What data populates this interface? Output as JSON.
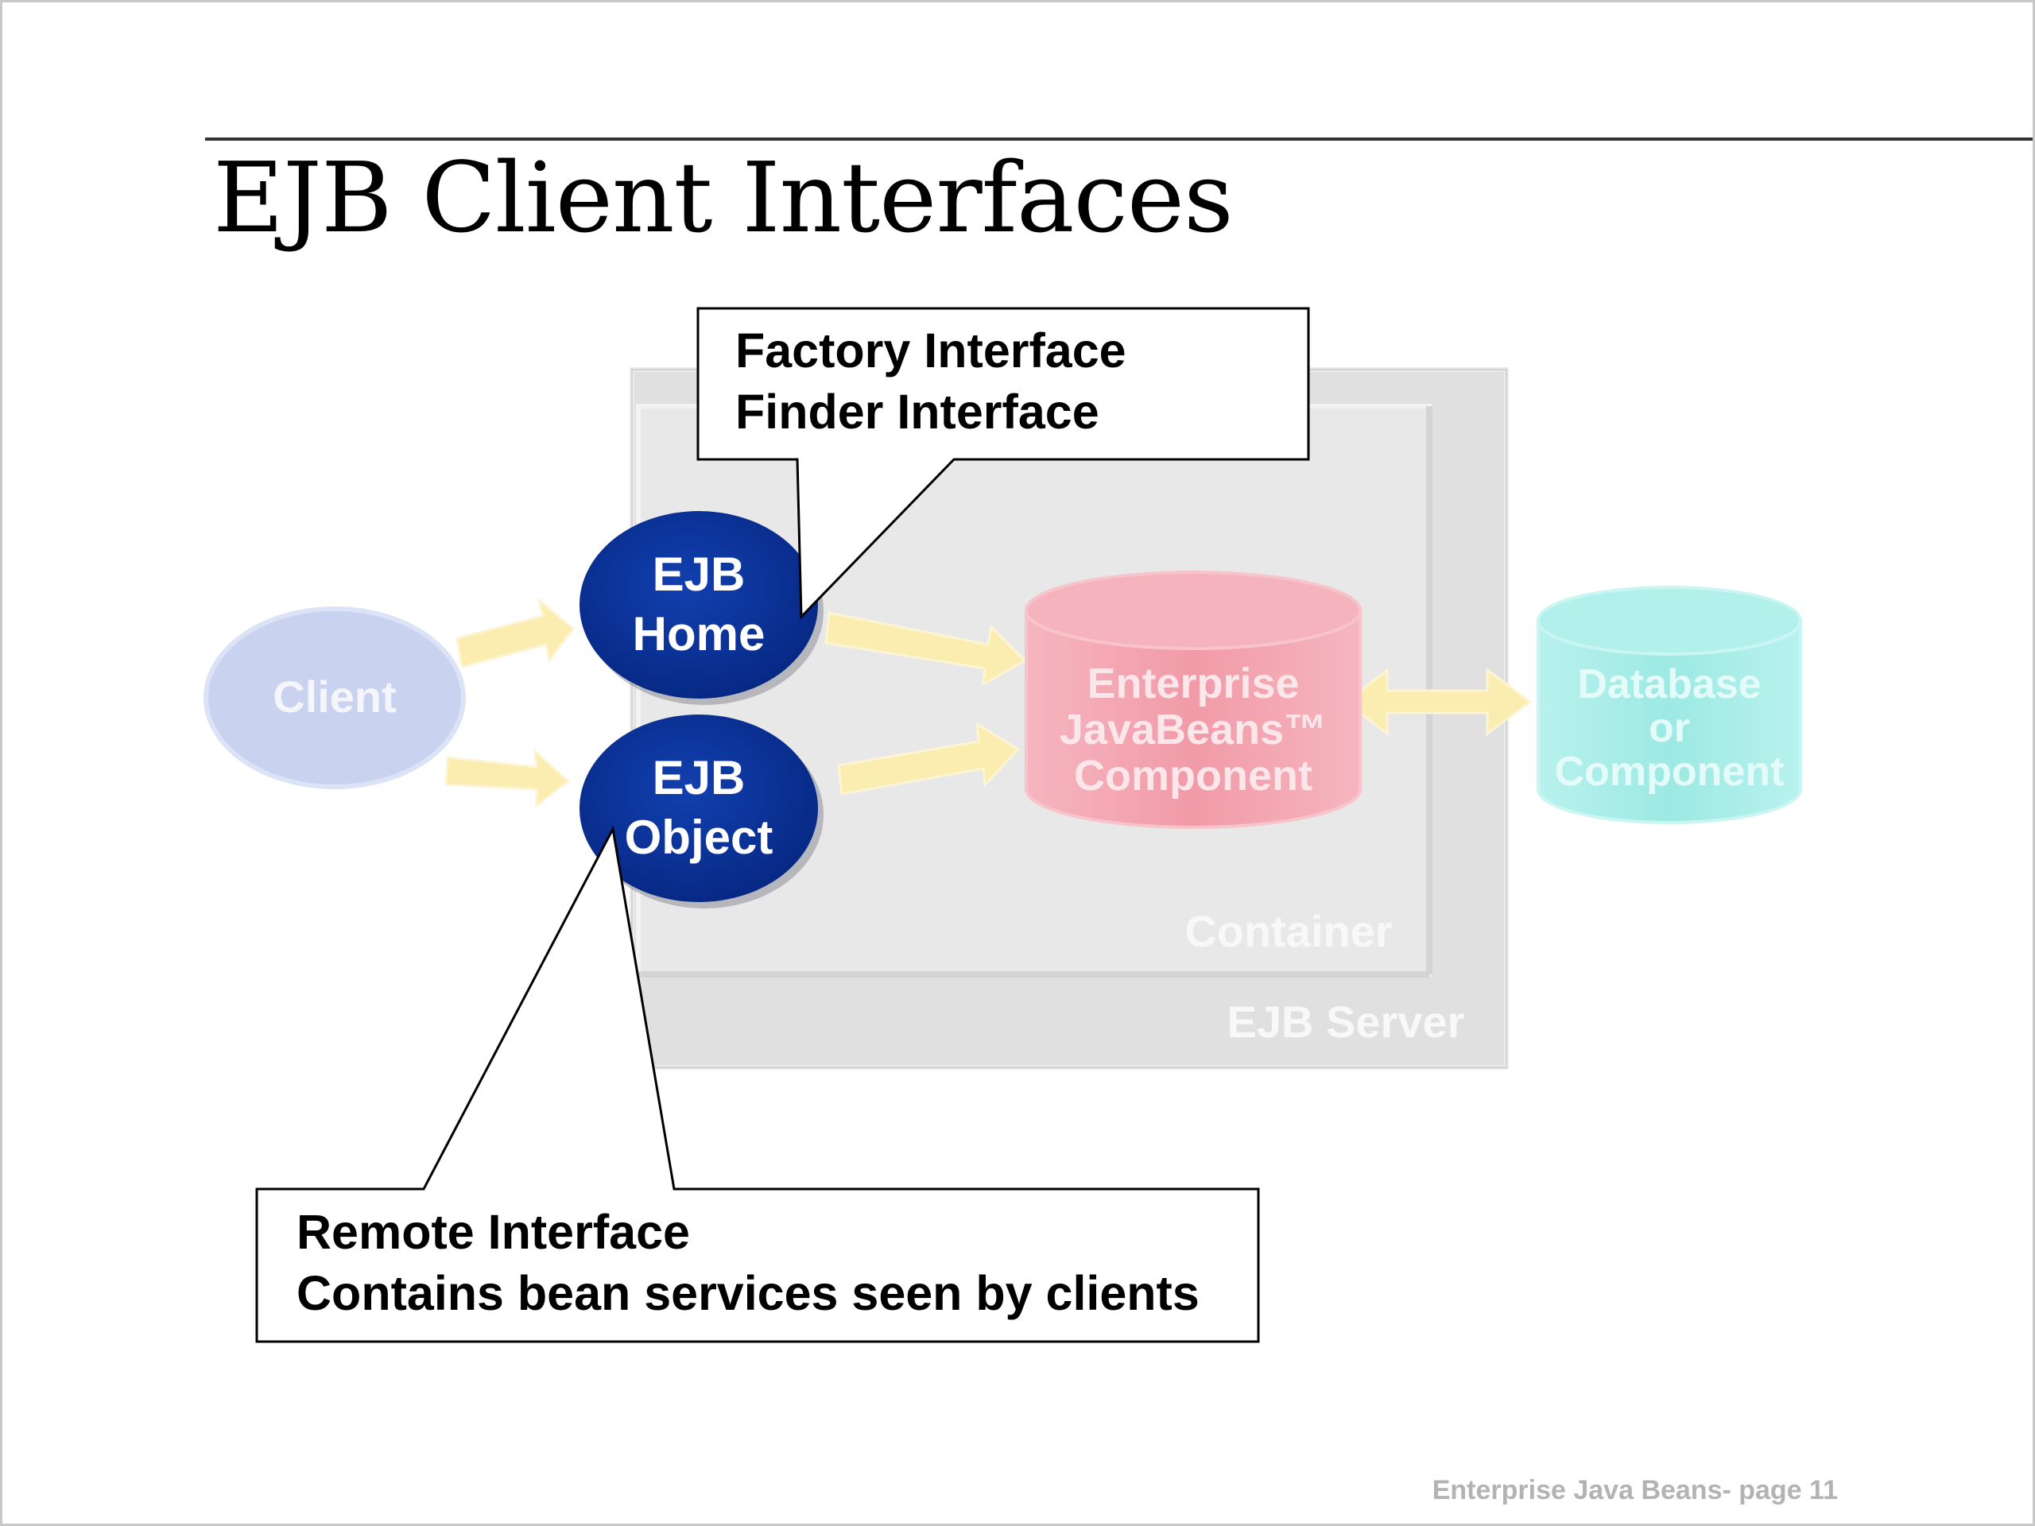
{
  "slide": {
    "title": "EJB Client Interfaces",
    "footer": "Enterprise Java Beans- page 11"
  },
  "diagram": {
    "client_label": "Client",
    "ejb_home": {
      "line1": "EJB",
      "line2": "Home"
    },
    "ejb_object": {
      "line1": "EJB",
      "line2": "Object"
    },
    "component": {
      "line1": "Enterprise",
      "line2": "JavaBeans™",
      "line3": "Component"
    },
    "database": {
      "line1": "Database",
      "line2": "or",
      "line3": "Component"
    },
    "container_label": "Container",
    "server_label": "EJB Server",
    "colors": {
      "ejb_blue": "#0a2f96",
      "component_red": "#f3a9b4",
      "database_teal": "#a8eee9",
      "client_blue": "#c9d2ef",
      "arrow_yellow": "#fbecb0",
      "server_gray": "#e2e2e2"
    }
  },
  "callouts": {
    "home": {
      "line1": "Factory Interface",
      "line2": "Finder Interface"
    },
    "object": {
      "line1": "Remote Interface",
      "line2": "Contains bean services seen by clients"
    }
  }
}
